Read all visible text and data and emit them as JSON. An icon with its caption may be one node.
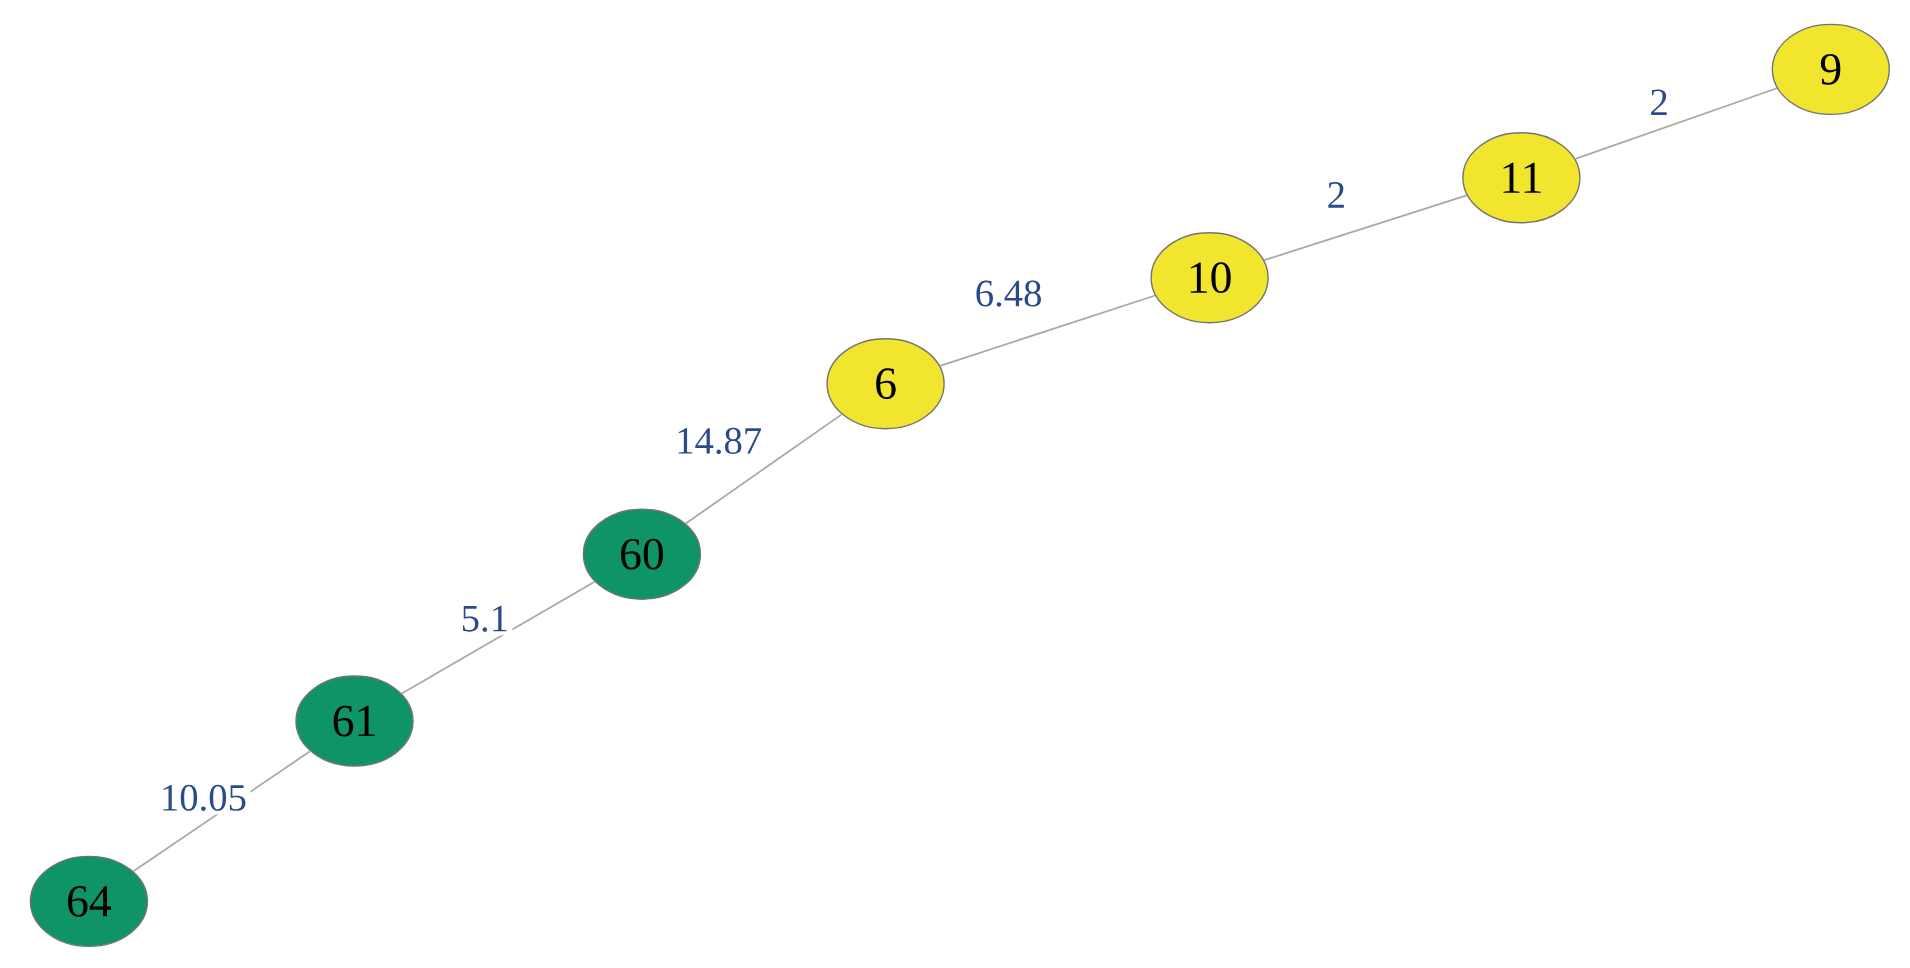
{
  "diagram": {
    "nodes": [
      {
        "text": [
          "9"
        ]
      },
      {
        "text": [
          "11"
        ]
      },
      {
        "text": [
          "10"
        ]
      },
      {
        "text": [
          "6"
        ]
      },
      {
        "text": [
          "60"
        ]
      },
      {
        "text": [
          "61"
        ]
      },
      {
        "text": [
          "64"
        ]
      }
    ],
    "edges": [
      {
        "from": 1,
        "to": 0,
        "arrow": "none",
        "label": "2"
      },
      {
        "from": 2,
        "to": 1,
        "arrow": "none",
        "label": "2"
      },
      {
        "from": 3,
        "to": 2,
        "arrow": "none",
        "label": "6.48"
      },
      {
        "from": 4,
        "to": 3,
        "arrow": "none",
        "label": "14.87"
      },
      {
        "from": 5,
        "to": 4,
        "arrow": "none",
        "label": "5.1"
      },
      {
        "from": 6,
        "to": 5,
        "arrow": "none",
        "label": "10.05"
      }
    ]
  }
}
